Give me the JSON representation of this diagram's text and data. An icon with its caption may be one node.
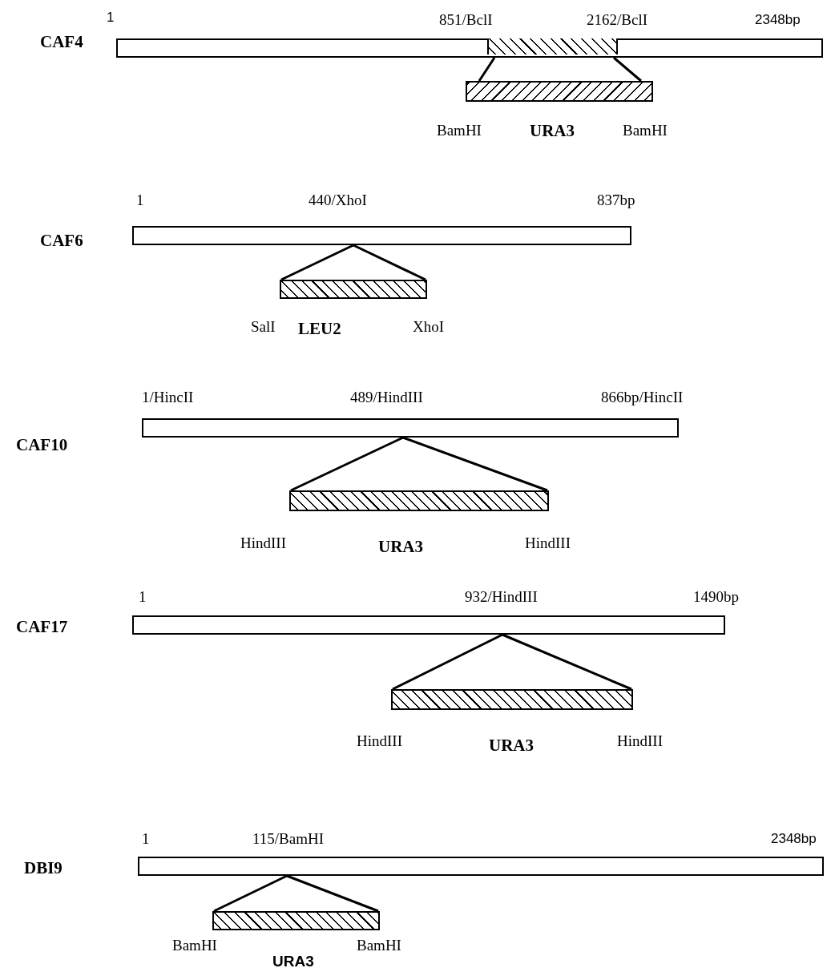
{
  "diagram": {
    "nodes": [
      {
        "text": [
          "CAF4"
        ],
        "beside": [
          "1",
          "851/BclI",
          "2162/BclI",
          "2348bp"
        ]
      },
      {
        "text": [],
        "shape": "bar",
        "in": 0
      },
      {
        "text": [
          "URA3"
        ],
        "beside": [
          "BamHI",
          "BamHI"
        ]
      },
      {
        "text": [
          "CAF6"
        ],
        "beside": [
          "1",
          "440/XhoI",
          "837bp"
        ]
      },
      {
        "text": [
          "LEU2"
        ],
        "beside": [
          "SalI",
          "XhoI"
        ]
      },
      {
        "text": [
          "CAF10"
        ],
        "beside": [
          "1/HincII",
          "489/HindIII",
          "866bp/HincII"
        ]
      },
      {
        "text": [
          "URA3"
        ],
        "beside": [
          "HindIII",
          "HindIII"
        ]
      },
      {
        "text": [
          "CAF17"
        ],
        "beside": [
          "1",
          "932/HindIII",
          "1490bp"
        ]
      },
      {
        "text": [
          "URA3"
        ],
        "beside": [
          "HindIII",
          "HindIII"
        ]
      },
      {
        "text": [
          "DBI9"
        ],
        "beside": [
          "1",
          "115/BamHI",
          "2348bp"
        ]
      },
      {
        "text": [
          "URA3"
        ],
        "beside": [
          "BamHI",
          "BamHI"
        ]
      }
    ],
    "edges": [
      {
        "from": 1,
        "to": 2,
        "arrow": "none"
      },
      {
        "from": 1,
        "to": 2,
        "arrow": "none"
      },
      {
        "from": 3,
        "to": 4,
        "arrow": "none"
      },
      {
        "from": 3,
        "to": 4,
        "arrow": "none"
      },
      {
        "from": 5,
        "to": 6,
        "arrow": "none"
      },
      {
        "from": 5,
        "to": 6,
        "arrow": "none"
      },
      {
        "from": 7,
        "to": 8,
        "arrow": "none"
      },
      {
        "from": 7,
        "to": 8,
        "arrow": "none"
      },
      {
        "from": 9,
        "to": 10,
        "arrow": "none"
      },
      {
        "from": 9,
        "to": 10,
        "arrow": "none"
      }
    ]
  }
}
